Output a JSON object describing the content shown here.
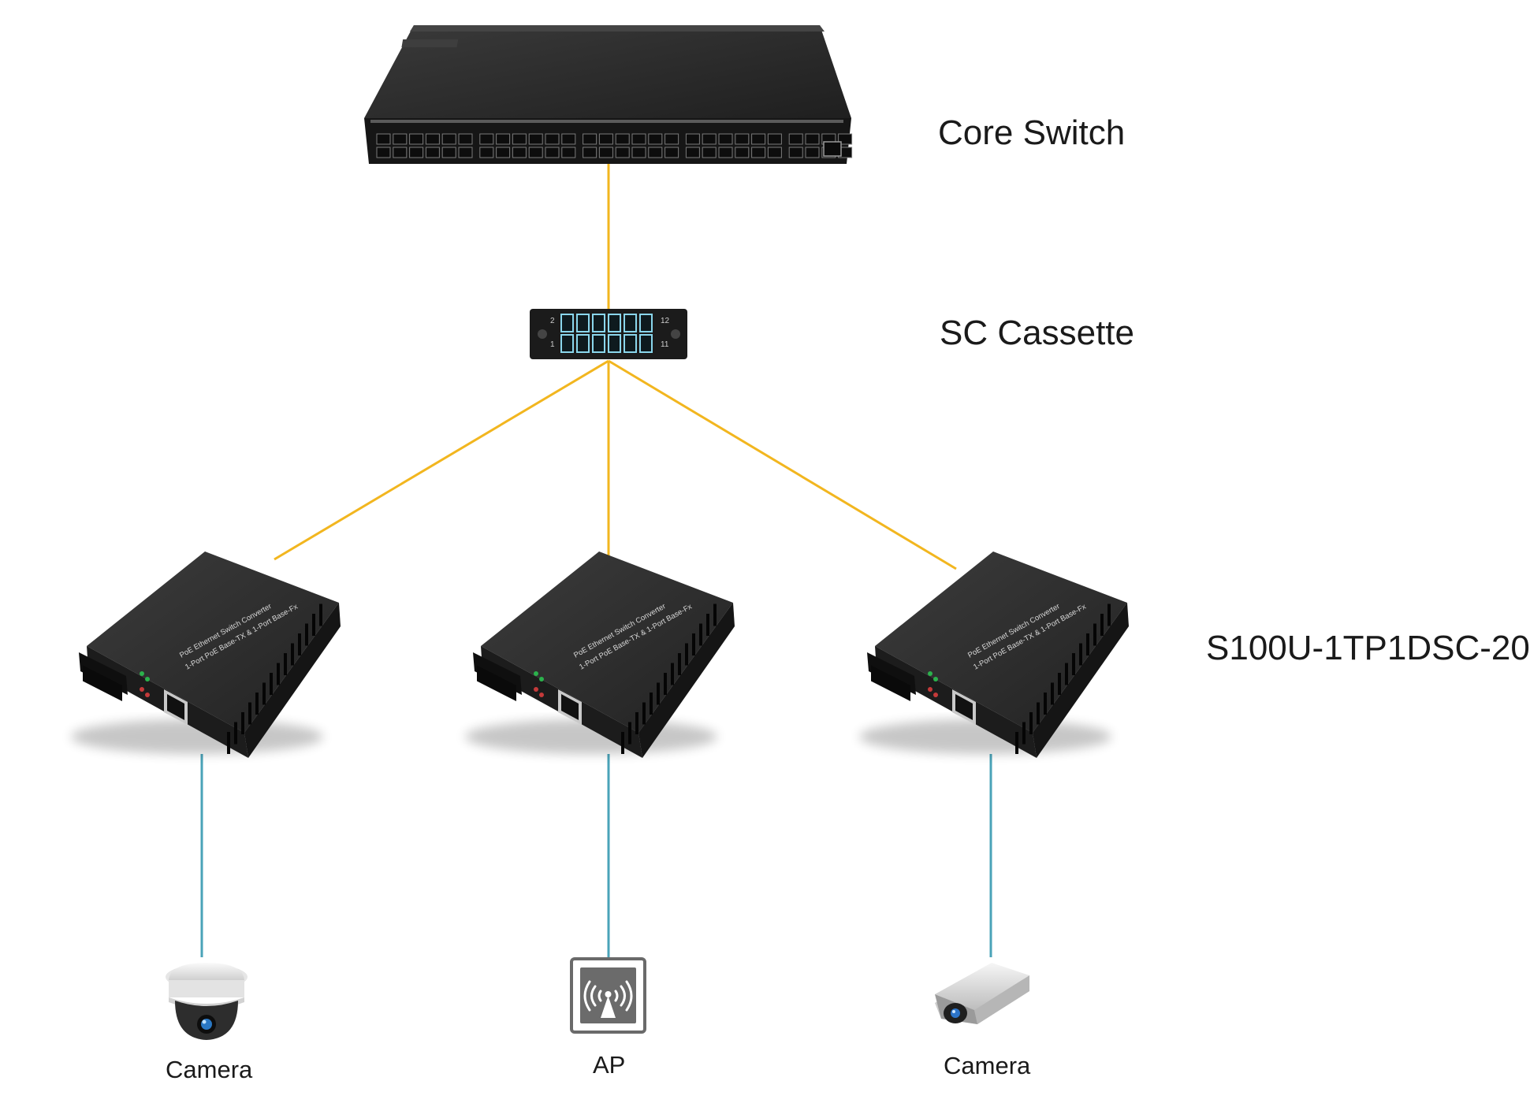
{
  "labels": {
    "core_switch": "Core Switch",
    "sc_cassette": "SC Cassette",
    "converter_model": "S100U-1TP1DSC-20",
    "device_left": "Camera",
    "device_middle": "AP",
    "device_right": "Camera"
  },
  "converter_text": {
    "line1": "PoE Ethernet Switch Converter",
    "line2": "1-Port PoE Base-TX  &  1-Port Base-Fx"
  },
  "cassette_numbers": {
    "top_left": "2",
    "bottom_left": "1",
    "top_right": "12",
    "bottom_right": "11"
  },
  "icons": {
    "core": "rack-switch-icon",
    "cassette": "fiber-cassette-icon",
    "converter": "media-converter-icon",
    "dome_camera": "dome-camera-icon",
    "ap": "wireless-ap-icon",
    "bullet_camera": "bullet-camera-icon"
  },
  "colors": {
    "fiber_link": "#F2B61F",
    "copper_link": "#4AA3B8",
    "device_body": "#2b2b2b",
    "port_blue": "#8ad6ec"
  }
}
